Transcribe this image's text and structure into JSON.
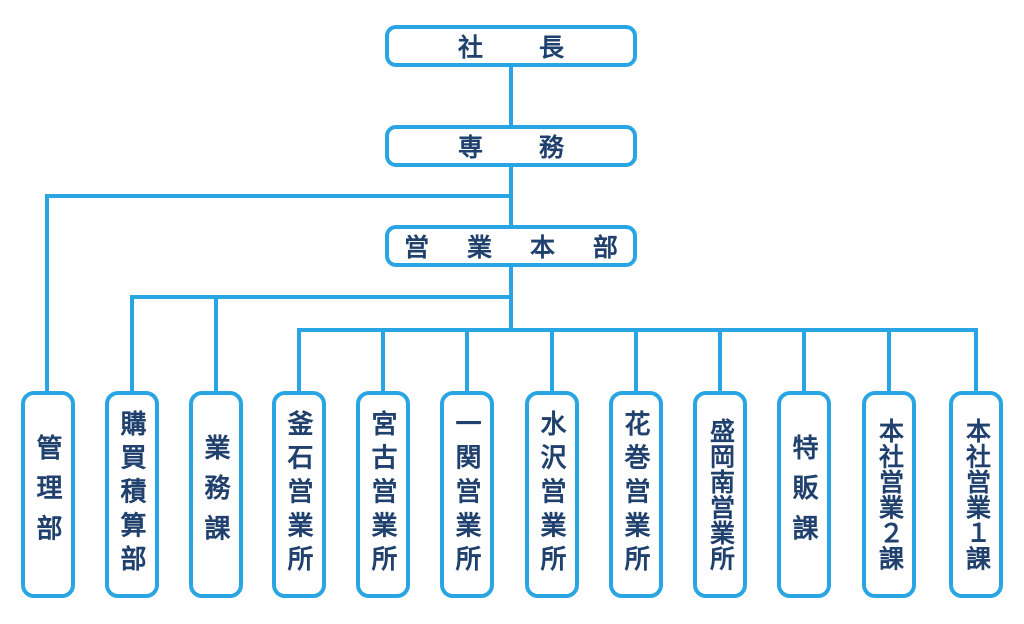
{
  "chart": {
    "title_text": "",
    "type": "organization-chart",
    "accent_color": "#29a5e3",
    "text_color": "#20406e",
    "background_color": "#ffffff"
  },
  "nodes": {
    "president": {
      "label": "社　長"
    },
    "senior_managing_director": {
      "label": "専　務"
    },
    "sales_headquarters": {
      "label": "営 業 本 部"
    }
  },
  "departments": [
    {
      "label": "管理部",
      "spacing": "loose"
    },
    {
      "label": "購買積算部",
      "spacing": "mid"
    },
    {
      "label": "業務課",
      "spacing": "loose"
    },
    {
      "label": "釜石営業所",
      "spacing": "mid"
    },
    {
      "label": "宮古営業所",
      "spacing": "mid"
    },
    {
      "label": "一関営業所",
      "spacing": "mid"
    },
    {
      "label": "水沢営業所",
      "spacing": "mid"
    },
    {
      "label": "花巻営業所",
      "spacing": "mid"
    },
    {
      "label": "盛岡南営業所",
      "spacing": "tight"
    },
    {
      "label": "特販課",
      "spacing": "loose"
    },
    {
      "label": "本社営業２課",
      "spacing": "tight"
    },
    {
      "label": "本社営業１課",
      "spacing": "tight"
    }
  ]
}
